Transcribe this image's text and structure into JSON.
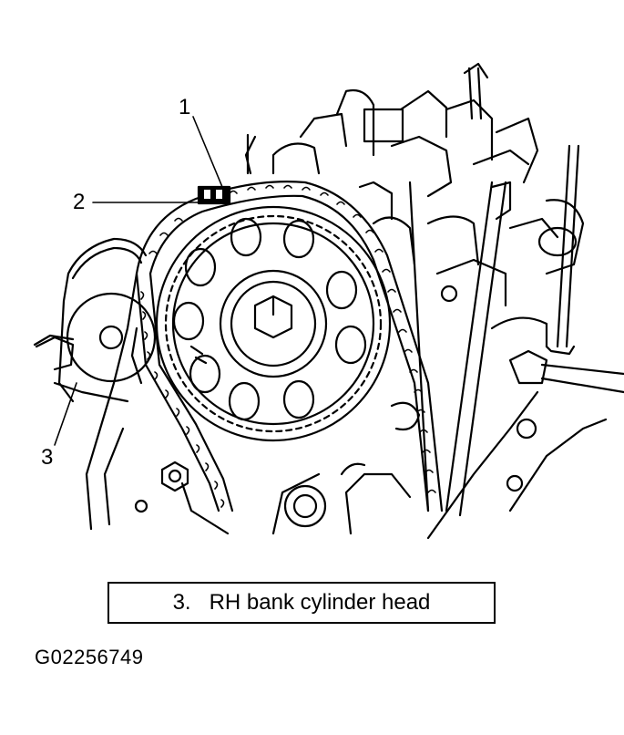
{
  "callouts": {
    "one": "1",
    "two": "2",
    "three": "3"
  },
  "caption": "3.   RH bank cylinder head",
  "figure_id": "G02256749",
  "colors": {
    "ink": "#000000",
    "paper": "#ffffff"
  }
}
